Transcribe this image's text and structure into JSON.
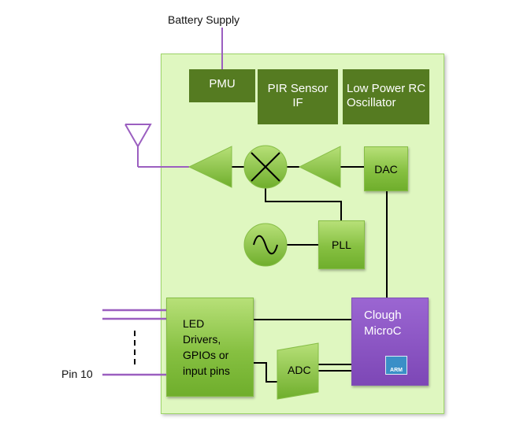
{
  "labels": {
    "battery_supply": "Battery Supply",
    "pin10": "Pin 10"
  },
  "blocks": {
    "pmu": "PMU",
    "pir_sensor_line1": "PIR Sensor",
    "pir_sensor_line2": "IF",
    "low_power_line1": "Low Power RC",
    "low_power_line2": "Oscillator",
    "dac": "DAC",
    "pll": "PLL",
    "adc": "ADC",
    "led_line1": "LED",
    "led_line2": "Drivers,",
    "led_line3": "GPIOs or",
    "led_line4": "input pins",
    "mcu_line1": "Clough",
    "mcu_line2": "MicroC",
    "arm_logo": "ARM"
  },
  "icons": {
    "antenna": "antenna-icon",
    "mixer": "mixer-icon",
    "oscillator": "sine-wave-icon",
    "arm": "arm-logo-icon"
  },
  "colors": {
    "chip_background": "#dff7c0",
    "dark_block": "#557b21",
    "green_block": "#86c041",
    "mcu": "#8a55c4",
    "signal_line": "#9b5fc0"
  }
}
